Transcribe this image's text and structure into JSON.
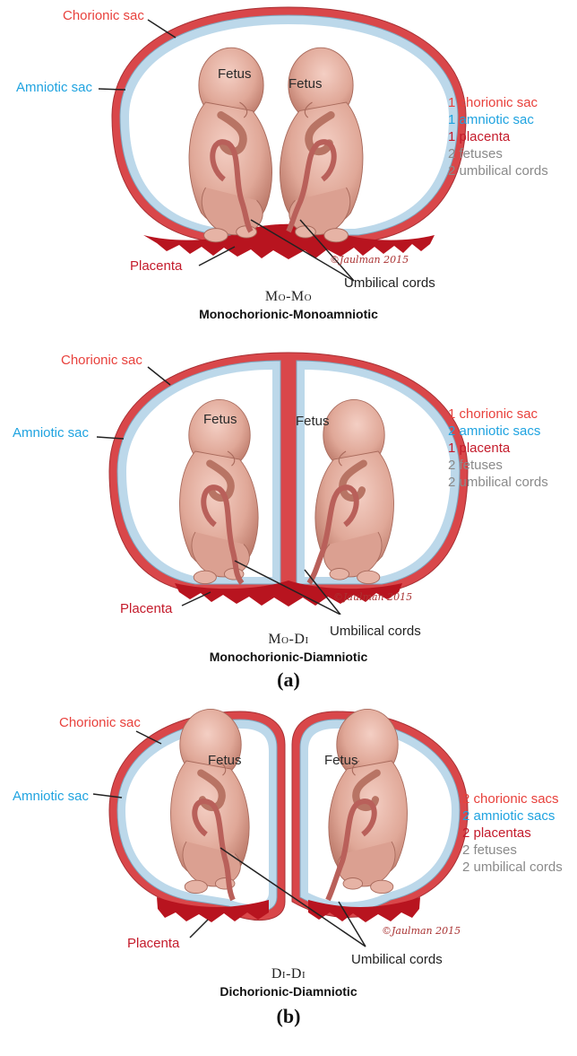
{
  "panels": [
    {
      "id": "mo-mo",
      "labels": {
        "chorionic": "Chorionic sac",
        "amniotic": "Amniotic sac",
        "placenta": "Placenta",
        "cords": "Umbilical cords",
        "fetus_left": "Fetus",
        "fetus_right": "Fetus"
      },
      "title_short": "Mo-Mo",
      "title_long": "Monochorionic-Monoamniotic",
      "summary": {
        "chorionic": "1 chorionic sac",
        "amniotic": "1 amniotic sac",
        "placenta": "1 placenta",
        "fetuses": "2 fetuses",
        "cords": "2 umbilical cords"
      },
      "signature": "©Jaulman 2015"
    },
    {
      "id": "mo-di",
      "labels": {
        "chorionic": "Chorionic sac",
        "amniotic": "Amniotic sac",
        "placenta": "Placenta",
        "cords": "Umbilical cords",
        "fetus_left": "Fetus",
        "fetus_right": "Fetus"
      },
      "title_short": "Mo-Di",
      "title_long": "Monochorionic-Diamniotic",
      "summary": {
        "chorionic": "1 chorionic sac",
        "amniotic": "2 amniotic sacs",
        "placenta": "1 placenta",
        "fetuses": "2 fetuses",
        "cords": "2 umbilical cords"
      },
      "signature": "©Jaulman 2015",
      "caption": "(a)"
    },
    {
      "id": "di-di",
      "labels": {
        "chorionic": "Chorionic sac",
        "amniotic": "Amniotic sac",
        "placenta": "Placenta",
        "cords": "Umbilical cords",
        "fetus_left": "Fetus",
        "fetus_right": "Fetus"
      },
      "title_short": "Di-Di",
      "title_long": "Dichorionic-Diamniotic",
      "summary": {
        "chorionic": "2 chorionic sacs",
        "amniotic": "2 amniotic sacs",
        "placenta": "2 placentas",
        "fetuses": "2 fetuses",
        "cords": "2 umbilical cords"
      },
      "signature": "©Jaulman 2015",
      "caption": "(b)"
    }
  ],
  "colors": {
    "chorion": "#d9474a",
    "amnion": "#b9d7e8",
    "placenta": "#b8141f",
    "fetus": "#e3aa9c",
    "fetus_shade": "#c98577",
    "cord": "#b9605a"
  }
}
